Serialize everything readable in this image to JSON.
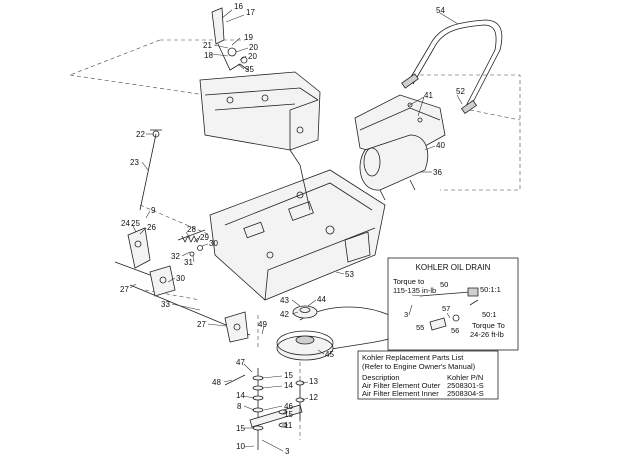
{
  "callouts": [
    {
      "id": "c16",
      "label": "16"
    },
    {
      "id": "c17",
      "label": "17"
    },
    {
      "id": "c19",
      "label": "19"
    },
    {
      "id": "c21",
      "label": "21"
    },
    {
      "id": "c20a",
      "label": "20"
    },
    {
      "id": "c18",
      "label": "18"
    },
    {
      "id": "c20b",
      "label": "20"
    },
    {
      "id": "c35",
      "label": "35"
    },
    {
      "id": "c54",
      "label": "54"
    },
    {
      "id": "c41",
      "label": "41"
    },
    {
      "id": "c52",
      "label": "52"
    },
    {
      "id": "c22",
      "label": "22"
    },
    {
      "id": "c23",
      "label": "23"
    },
    {
      "id": "c40",
      "label": "40"
    },
    {
      "id": "c36",
      "label": "36"
    },
    {
      "id": "c9",
      "label": "9"
    },
    {
      "id": "c24",
      "label": "24"
    },
    {
      "id": "c25",
      "label": "25"
    },
    {
      "id": "c26",
      "label": "26"
    },
    {
      "id": "c28",
      "label": "28"
    },
    {
      "id": "c29",
      "label": "29"
    },
    {
      "id": "c30a",
      "label": "30"
    },
    {
      "id": "c32",
      "label": "32"
    },
    {
      "id": "c31",
      "label": "31"
    },
    {
      "id": "c53",
      "label": "53"
    },
    {
      "id": "c30b",
      "label": "30"
    },
    {
      "id": "c27a",
      "label": "27"
    },
    {
      "id": "c43",
      "label": "43"
    },
    {
      "id": "c44",
      "label": "44"
    },
    {
      "id": "c33",
      "label": "33"
    },
    {
      "id": "c42",
      "label": "42"
    },
    {
      "id": "c49",
      "label": "49"
    },
    {
      "id": "c27b",
      "label": "27"
    },
    {
      "id": "c45",
      "label": "45"
    },
    {
      "id": "c47",
      "label": "47"
    },
    {
      "id": "c48",
      "label": "48"
    },
    {
      "id": "c15a",
      "label": "15"
    },
    {
      "id": "c14a",
      "label": "14"
    },
    {
      "id": "c13",
      "label": "13"
    },
    {
      "id": "c14b",
      "label": "14"
    },
    {
      "id": "c12",
      "label": "12"
    },
    {
      "id": "c8",
      "label": "8"
    },
    {
      "id": "c46",
      "label": "46"
    },
    {
      "id": "c15b",
      "label": "15"
    },
    {
      "id": "c11",
      "label": "11"
    },
    {
      "id": "c15c",
      "label": "15"
    },
    {
      "id": "c10",
      "label": "10"
    },
    {
      "id": "c3a",
      "label": "3"
    }
  ],
  "kohler_box": {
    "title": "KOHLER OIL DRAIN",
    "torque_left": [
      "Torque to",
      "115-135 in-lb"
    ],
    "label_50a": "50",
    "label_50_1_1": "50:1:1",
    "label_3": "3",
    "label_57": "57",
    "label_50_1": "50:1",
    "label_55": "55",
    "label_56": "56",
    "torque_right": [
      "Torque To",
      "24-26 ft-lb"
    ]
  },
  "parts_list": {
    "title_lines": [
      "Kohler Replacement Parts List",
      "(Refer to Engine Owner's Manual)"
    ],
    "header": {
      "description": "Description",
      "pn": "Kohler P/N"
    },
    "rows": [
      {
        "description": "Air Filter Element Outer",
        "pn": "2508301-S"
      },
      {
        "description": "Air Filter Element Inner",
        "pn": "2508304-S"
      }
    ]
  }
}
